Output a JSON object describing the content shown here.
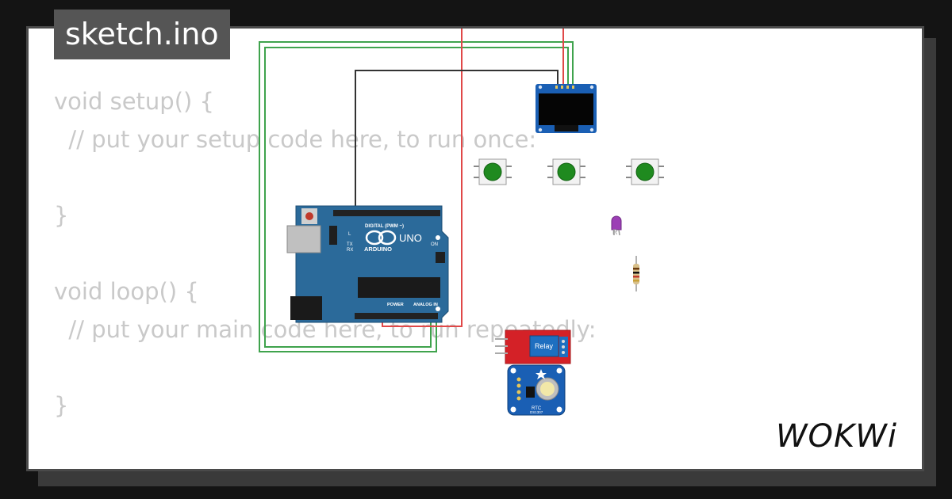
{
  "window": {
    "title": "sketch.ino"
  },
  "editor": {
    "lines": [
      "void setup() {",
      "  // put your setup code here, to run once:",
      "",
      "}",
      "",
      "void loop() {",
      "  // put your main code here, to run repeatedly:",
      "",
      "}"
    ]
  },
  "brand": {
    "name": "WOKWi"
  },
  "components": {
    "arduino": {
      "brand": "ARDUINO",
      "model": "UNO",
      "digital_label": "DIGITAL (PWM ~)",
      "power_label": "POWER",
      "analog_label": "ANALOG IN",
      "on_label": "ON",
      "tx_label": "TX",
      "rx_label": "RX",
      "l_label": "L"
    },
    "relay": {
      "label": "Relay"
    },
    "rtc": {
      "label": "RTC",
      "chip": "DS1307"
    },
    "led": {
      "label": "R"
    }
  },
  "colors": {
    "background": "#141414",
    "card": "#ffffff",
    "wire_green": "#3fa34d",
    "wire_red": "#e04848",
    "wire_black": "#333333",
    "uno_blue": "#2b6a9a",
    "relay_red": "#d42127",
    "rtc_blue": "#1a5fb4",
    "button_green": "#1f8a1f"
  }
}
